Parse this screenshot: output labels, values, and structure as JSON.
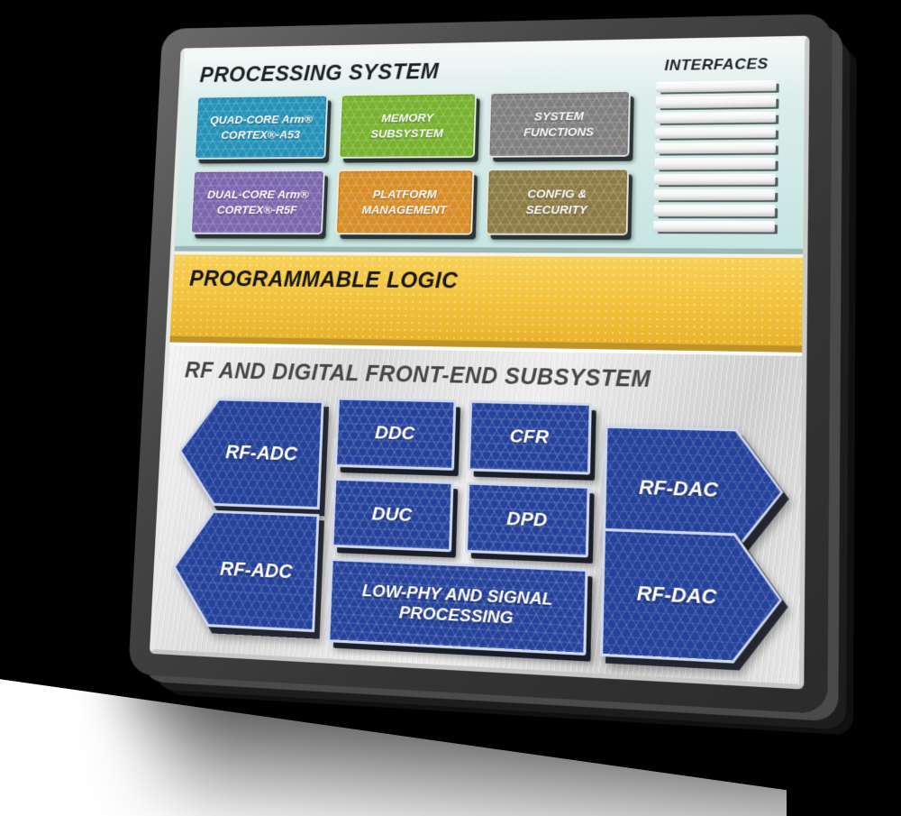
{
  "colors": {
    "ps_panel_bg": "#c6e5e1",
    "pl_band_bg": "#f2c23e",
    "rf_panel_bg": "#dadada",
    "rf_block_blue": "#24419b",
    "frame_gray": "#3a3a3a",
    "chip_quad_core": "#2492b8",
    "chip_memory": "#76b22c",
    "chip_system_functions": "#7f7f7f",
    "chip_dual_core": "#7b67ae",
    "chip_platform": "#d88d26",
    "chip_config": "#8d7b45"
  },
  "processing_system": {
    "title": "PROCESSING SYSTEM",
    "blocks": [
      {
        "label": "QUAD-CORE Arm®\nCORTEX®-A53",
        "color": "#2492b8"
      },
      {
        "label": "MEMORY\nSUBSYSTEM",
        "color": "#76b22c"
      },
      {
        "label": "SYSTEM\nFUNCTIONS",
        "color": "#7f7f7f"
      },
      {
        "label": "DUAL-CORE Arm®\nCORTEX®-R5F",
        "color": "#7b67ae"
      },
      {
        "label": "PLATFORM\nMANAGEMENT",
        "color": "#d88d26"
      },
      {
        "label": "CONFIG &\nSECURITY",
        "color": "#8d7b45"
      }
    ],
    "interfaces": {
      "title": "INTERFACES",
      "bar_count": 10
    }
  },
  "programmable_logic": {
    "title": "PROGRAMMABLE LOGIC"
  },
  "rf_subsystem": {
    "title": "RF AND DIGITAL FRONT-END SUBSYSTEM",
    "blocks": {
      "rf_adc_1": "RF-ADC",
      "ddc": "DDC",
      "cfr": "CFR",
      "rf_dac_1": "RF-DAC",
      "duc": "DUC",
      "dpd": "DPD",
      "rf_adc_2": "RF-ADC",
      "low_phy": "LOW-PHY AND\nSIGNAL PROCESSING",
      "rf_dac_2": "RF-DAC"
    }
  }
}
